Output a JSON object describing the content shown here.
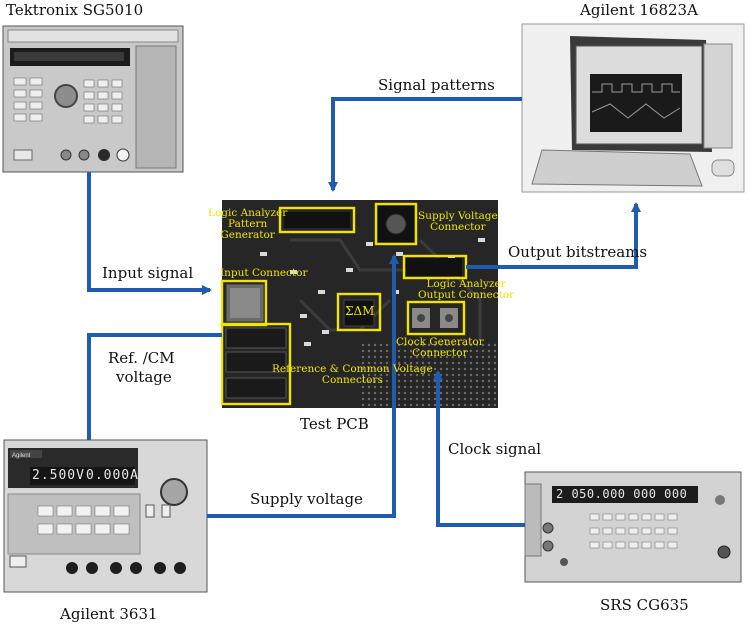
{
  "instruments": {
    "sg5010": "Tektronix SG5010",
    "analyzer": "Agilent 16823A",
    "supply": "Agilent 3631",
    "clock": "SRS CG635"
  },
  "signals": {
    "signal_patterns": "Signal patterns",
    "input_signal": "Input signal",
    "output_bitstreams": "Output bitstreams",
    "ref_cm_line1": "Ref. /CM",
    "ref_cm_line2": "voltage",
    "clock_signal": "Clock signal",
    "supply_voltage": "Supply voltage"
  },
  "pcb": {
    "caption": "Test PCB",
    "logic_pattern_1": "Logic Analyzer",
    "logic_pattern_2": "Pattern",
    "logic_pattern_3": "Generator",
    "supply_conn_1": "Supply Voltage",
    "supply_conn_2": "Connector",
    "input_conn": "Input Connector",
    "logic_output_1": "Logic Analyzer",
    "logic_output_2": "Output Connector",
    "sigma_delta": "ΣΔM",
    "clock_conn_1": "Clock Generator",
    "clock_conn_2": "Connector",
    "ref_conn_1": "Reference & Common Voltage",
    "ref_conn_2": "Connectors"
  },
  "displays": {
    "supply_voltage_reading": "2.500V",
    "supply_current_reading": "0.000A",
    "clock_frequency_reading": "2 050.000 000 000"
  },
  "colors": {
    "arrow": "#1f5bb0",
    "highlight": "#f0e400",
    "pcb": "#262626"
  }
}
